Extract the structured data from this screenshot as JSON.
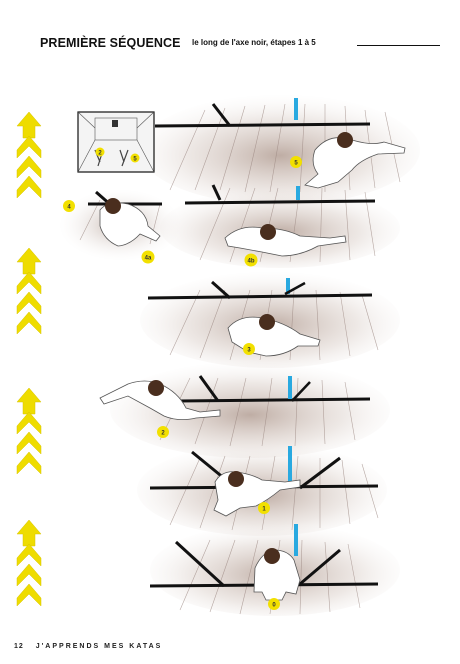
{
  "header": {
    "title": "PREMIÈRE SÉQUENCE",
    "subtitle": "le long de l'axe noir, étapes 1 à 5"
  },
  "steps": {
    "s0": "0",
    "s1": "1",
    "s2": "2",
    "s3": "3",
    "s4": "4",
    "s4a": "4a",
    "s4b": "4b",
    "s5": "5",
    "inset_2": "2",
    "inset_5": "5"
  },
  "colors": {
    "marker_yellow": "#f2e000",
    "arrow_yellow": "#eedc00",
    "axis_blue": "#29a9e0",
    "axis_black": "#111111"
  },
  "footer": {
    "page_number": "12",
    "running_title": "J'APPRENDS MES KATAS"
  }
}
